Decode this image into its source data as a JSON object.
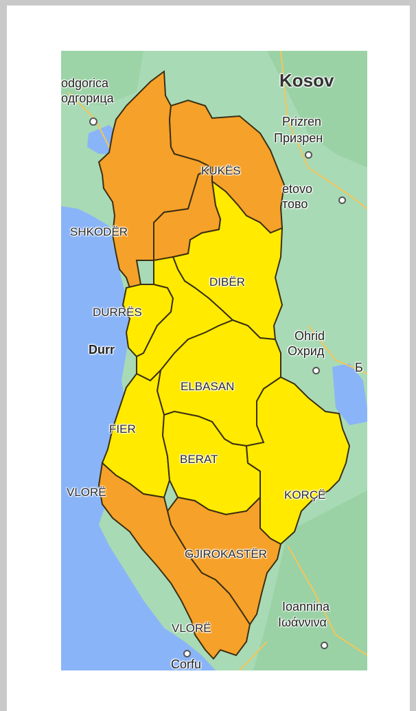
{
  "map": {
    "colors": {
      "water": "#8ab4f8",
      "land": "#a8dab5",
      "warning_orange": "#f6a12a",
      "warning_yellow": "#ffea00",
      "border": "#3a2f12"
    },
    "regions": [
      {
        "name": "KUKËS",
        "level": "orange"
      },
      {
        "name": "SHKODËR",
        "level": "orange"
      },
      {
        "name": "DIBËR",
        "level": "yellow"
      },
      {
        "name": "DURRËS",
        "level": "yellow"
      },
      {
        "name": "ELBASAN",
        "level": "yellow"
      },
      {
        "name": "FIER",
        "level": "yellow"
      },
      {
        "name": "BERAT",
        "level": "yellow"
      },
      {
        "name": "KORÇË",
        "level": "yellow"
      },
      {
        "name": "VLORË",
        "level": "orange"
      },
      {
        "name": "GJIROKASTËR",
        "level": "orange"
      },
      {
        "name": "VLORË",
        "level": "orange"
      }
    ],
    "places": [
      {
        "name": "odgorica"
      },
      {
        "name": "одгорица"
      },
      {
        "name": "Kosov"
      },
      {
        "name": "Prizren"
      },
      {
        "name": "Призрен"
      },
      {
        "name": "etovo"
      },
      {
        "name": "тово"
      },
      {
        "name": "Ohrid"
      },
      {
        "name": "Охрид"
      },
      {
        "name": "Durr"
      },
      {
        "name": "Б"
      },
      {
        "name": "Ioannina"
      },
      {
        "name": "Ιωάννινα"
      },
      {
        "name": "Corfu"
      }
    ]
  }
}
